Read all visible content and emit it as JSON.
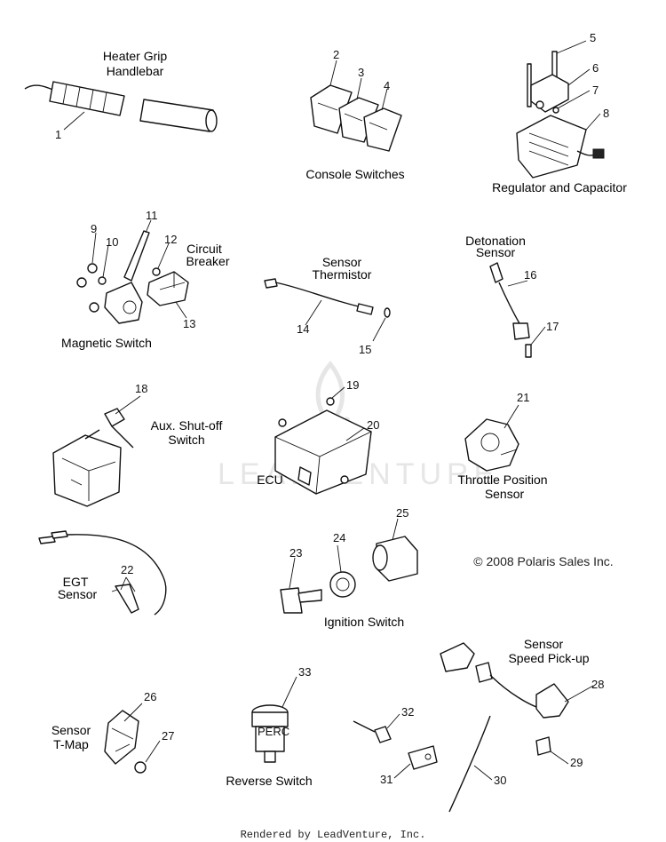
{
  "captions": {
    "heater_grip_1": "Heater Grip",
    "heater_grip_2": "Handlebar",
    "console_switches": "Console Switches",
    "regulator": "Regulator and Capacitor",
    "circuit_breaker_1": "Circuit",
    "circuit_breaker_2": "Breaker",
    "magnetic_switch": "Magnetic Switch",
    "sensor_thermistor_1": "Sensor",
    "sensor_thermistor_2": "Thermistor",
    "detonation_1": "Detonation",
    "detonation_2": "Sensor",
    "aux_shutoff_1": "Aux. Shut-off",
    "aux_shutoff_2": "Switch",
    "ecu": "ECU",
    "throttle_1": "Throttle Position",
    "throttle_2": "Sensor",
    "egt_1": "EGT",
    "egt_2": "Sensor",
    "ignition_switch": "Ignition Switch",
    "speed_pickup_1": "Sensor",
    "speed_pickup_2": "Speed Pick-up",
    "tmap_1": "Sensor",
    "tmap_2": "T-Map",
    "reverse_switch": "Reverse Switch",
    "perc_label": "PERC"
  },
  "callouts": [
    "1",
    "2",
    "3",
    "4",
    "5",
    "6",
    "7",
    "8",
    "9",
    "10",
    "11",
    "12",
    "13",
    "14",
    "15",
    "16",
    "17",
    "18",
    "19",
    "20",
    "21",
    "22",
    "23",
    "24",
    "25",
    "26",
    "27",
    "28",
    "29",
    "30",
    "31",
    "32",
    "33"
  ],
  "copyright": "© 2008 Polaris Sales Inc.",
  "watermark": "LEADVENTURE",
  "footer": "Rendered by LeadVenture, Inc."
}
